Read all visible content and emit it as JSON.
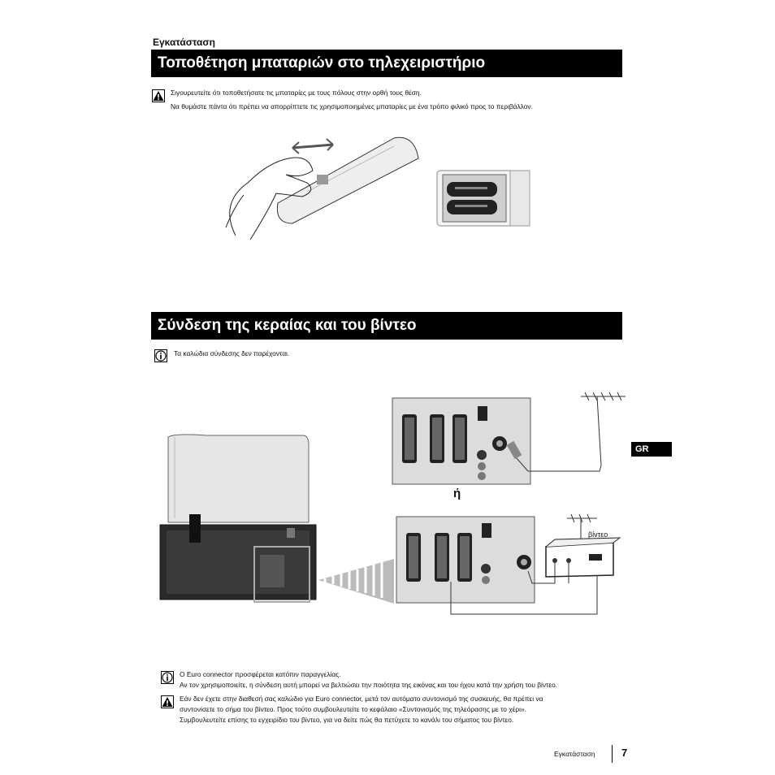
{
  "header": {
    "section": "Εγκατάσταση",
    "title_batteries": "Τοποθέτηση μπαταριών στο τηλεχειριστήριο",
    "title_antenna": "Σύνδεση της κεραίας και του βίντεο"
  },
  "battery_notes": {
    "line1": "Σιγουρευτείτε ότι τοποθετήσατε τις μπαταρίες με τους πόλους στην ορθή τους θέση.",
    "line2": "Να θυμάστε πάντα ότι πρέπει να απορρίπτετε τις χρησιμοποιημένες μπαταρίες με ένα τρόπο φιλικό προς το περιβάλλον."
  },
  "antenna_notes": {
    "cables": "Τα καλώδια σύνδεσης δεν παρέχονται."
  },
  "diagram": {
    "or_label": "ή",
    "vcr_label": "βίντεο",
    "gr_tab": "GR"
  },
  "bottom_notes": {
    "info1": "Ο Euro connector προσφέρεται κατόπιν παραγγελίας.",
    "info2": "Αν τον χρησιμοποιείτε, η σύνδεση αυτή μπορεί να βελτιώσει την ποιότητα της εικόνας και του ήχου κατά την χρήση του βίντεο.",
    "warn1": "Εάν δεν έχετε στην διαθεσή σας καλώδιο για Euro connector, μετά τον αυτόματο συντονισμό της συσκευής, θα πρέπει να",
    "warn2": "συντονίσετε το σήμα του βίντεο. Προς τούτο συμβουλευτείτε το κεφάλαιο «Συντονισμός της τηλεόρασης με το χέρι».",
    "warn3": "Συμβουλευτείτε επίσης το εγχειρίδιο του βίντεο, για να δείτε πώς θα πετύχετε το κανάλι του σήματος του βίντεο."
  },
  "footer": {
    "section": "Εγκατάσταση",
    "page": "7"
  },
  "icons": [
    "warning-icon",
    "info-icon"
  ]
}
